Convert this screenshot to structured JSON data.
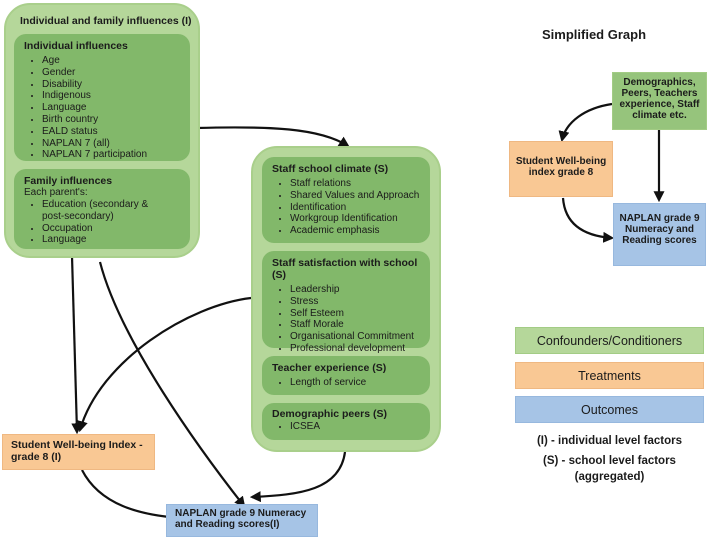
{
  "individual_family": {
    "title": "Individual and family influences  (I)",
    "individual": {
      "title": "Individual influences",
      "items": [
        "Age",
        "Gender",
        "Disability",
        "Indigenous",
        "Language",
        "Birth country",
        "EALD status",
        "NAPLAN 7 (all)",
        "NAPLAN 7 participation"
      ]
    },
    "family": {
      "title": "Family influences",
      "subtitle": "Each parent's:",
      "items": [
        "Education (secondary &",
        "post-secondary)",
        "Occupation",
        "Language"
      ]
    }
  },
  "school": {
    "climate": {
      "title": "Staff school climate (S)",
      "items": [
        "Staff relations",
        "Shared Values and Approach",
        "Identification",
        "Workgroup Identification",
        "Academic emphasis"
      ]
    },
    "satisfaction": {
      "title": "Staff satisfaction with school (S)",
      "items": [
        "Leadership",
        "Stress",
        "Self Esteem",
        "Staff Morale",
        "Organisational Commitment",
        "Professional development"
      ]
    },
    "experience": {
      "title": "Teacher experience (S)",
      "items": [
        "Length of service"
      ]
    },
    "demographic": {
      "title": "Demographic peers (S)",
      "items": [
        "ICSEA"
      ]
    }
  },
  "treatment_box": {
    "line1": "Student Well-being Index -",
    "line2": "grade 8 (I)"
  },
  "outcome_box": {
    "line1": "NAPLAN grade 9 Numeracy",
    "line2": "and Reading scores(I)"
  },
  "simplified": {
    "title": "Simplified Graph",
    "confounder": [
      "Demographics,",
      "Peers, Teachers",
      "experience, Staff",
      "climate etc."
    ],
    "treatment": [
      "Student Well-being",
      "index grade 8"
    ],
    "outcome": [
      "NAPLAN grade 9",
      "Numeracy and",
      "Reading scores"
    ]
  },
  "legend": {
    "confounders": "Confounders/Conditioners",
    "treatments": "Treatments",
    "outcomes": "Outcomes"
  },
  "notes": {
    "individual": "(I) - individual level factors",
    "school": "(S) - school level factors",
    "aggregated": "(aggregated)"
  },
  "colors": {
    "outer_green": "#b5d79a",
    "inner_green": "#82b86a",
    "orange": "#f9c894",
    "blue": "#a6c4e6",
    "arrow": "#111111"
  }
}
